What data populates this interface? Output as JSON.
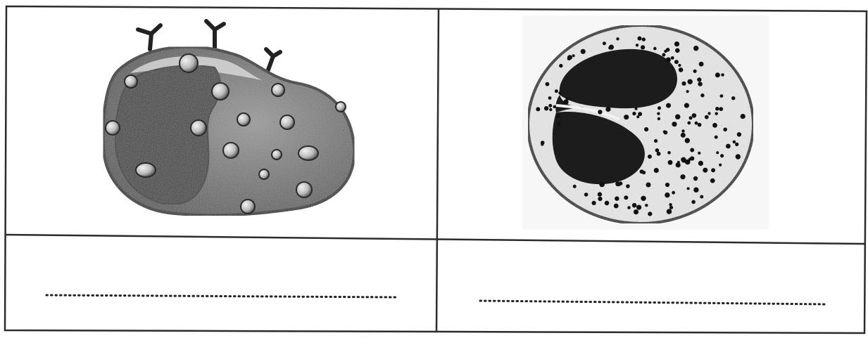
{
  "worksheet": {
    "cells": [
      {
        "id": "cell-1",
        "subject": "mast-cell-illustration",
        "answer_line": ""
      },
      {
        "id": "cell-2",
        "subject": "eosinophil-illustration",
        "answer_line": ""
      }
    ]
  },
  "colors": {
    "frame": "#2b2b2b",
    "cell_dark": "#3a3a3a",
    "cell_mid": "#6e6e6e",
    "cell_light": "#d8d8d8",
    "nucleus": "#1c1c1c",
    "granule": "#111111"
  }
}
